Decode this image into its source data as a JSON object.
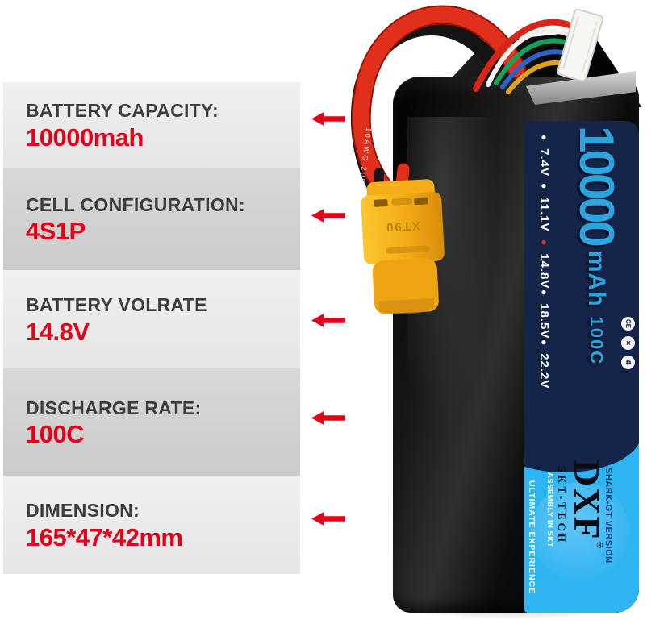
{
  "product": {
    "specs": [
      {
        "label": "BATTERY CAPACITY:",
        "value": "10000mah"
      },
      {
        "label": "CELL CONFIGURATION:",
        "value": "4S1P"
      },
      {
        "label": "BATTERY VOLRATE",
        "value": "14.8V"
      },
      {
        "label": "DISCHARGE RATE:",
        "value": "100C"
      },
      {
        "label": "DIMENSION:",
        "value": "165*47*42mm"
      }
    ]
  },
  "battery_label": {
    "capacity": "10000",
    "capacity_unit": "mAh",
    "discharge_rate": "100C",
    "voltages": [
      {
        "bullet": "●",
        "value": "7.4V",
        "highlighted": false
      },
      {
        "bullet": "●",
        "value": "11.1V",
        "highlighted": false
      },
      {
        "bullet": "●",
        "value": "14.8V",
        "highlighted": true
      },
      {
        "bullet": "●",
        "value": "18.5V",
        "highlighted": false
      },
      {
        "bullet": "●",
        "value": "22.2V",
        "highlighted": false
      }
    ],
    "badges": [
      {
        "name": "ce-mark",
        "glyph": "CE"
      },
      {
        "name": "weee-bin-mark",
        "glyph": "✕"
      },
      {
        "name": "recycle-mark",
        "glyph": "♻"
      }
    ],
    "brand": "DXF",
    "brand_registered": "®",
    "sub_brand": "SKT-TECH",
    "edition": "SHARK-GT VERSION",
    "assembly": "ASSEMBLY IN SKT",
    "tagline": "ULTIMATE EXPERIENCE"
  },
  "hardware": {
    "connector_label": "XT90",
    "wire_print": "10AWG 200°C"
  },
  "colors": {
    "accent_red": "#e50019",
    "label_navy": "#152449",
    "label_light_blue": "#2fb4f2",
    "capacity_blue": "#2ba4e0",
    "connector_yellow": "#f2ab16",
    "block_light": "#ebebeb",
    "block_dark": "#d2d2d2",
    "heading_gray": "#3c3c3e"
  }
}
